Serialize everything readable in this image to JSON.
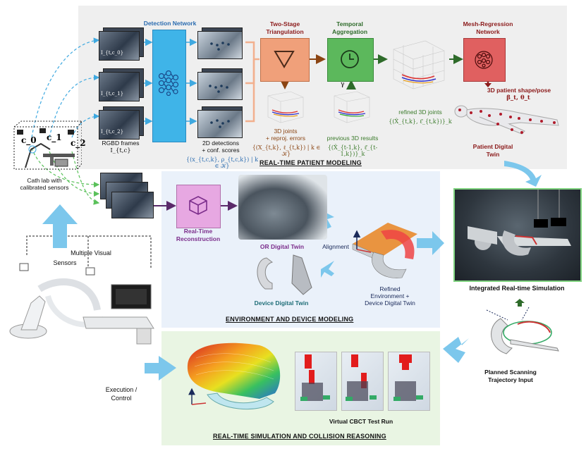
{
  "sections": {
    "patient_modeling": "REAL-TIME PATIENT MODELING",
    "environment_modeling": "ENVIRONMENT AND DEVICE MODELING",
    "simulation": "REAL-TIME SIMULATION AND COLLISION REASONING"
  },
  "patient": {
    "detection_network": "Detection Network",
    "frame_labels": [
      "I_{t,c_0}",
      "I_{t,c_1}",
      "I_{t,c_2}"
    ],
    "rgbd_frames": "RGBD frames",
    "rgbd_symbol": "I_{t,c}",
    "detections": "2D detections",
    "conf_scores": "+ conf. scores",
    "detections_math": "{(x_{t,c,k}, ρ_{t,c,k}) | k ∈ 𝒦}",
    "triangulation_title_1": "Two-Stage",
    "triangulation_title_2": "Triangulation",
    "joints_3d": "3D joints",
    "reproj_errors": "+ reproj. errors",
    "joints_math": "{(X_{t,k}, ℓ_{t,k}) | k ∈ 𝒦}",
    "temporal_title_1": "Temporal",
    "temporal_title_2": "Aggregation",
    "gamma": "γ",
    "previous_results": "previous 3D results",
    "previous_math": "{(X̂_{t-1,k}, ℓ̂_{t-1,k})}_k",
    "refined_joints": "refined 3D joints",
    "refined_math": "{(X̂_{t,k}, ℓ̂_{t,k})}_k",
    "mesh_title_1": "Mesh-Regression",
    "mesh_title_2": "Network",
    "shape_pose": "3D patient shape/pose",
    "shape_math": "β_t, θ_t",
    "twin_1": "Patient Digital",
    "twin_2": "Twin"
  },
  "cathlab": {
    "cam_labels": [
      "c_0",
      "c_1",
      "c_2"
    ],
    "caption_1": "Cath lab with",
    "caption_2": "calibrated sensors",
    "multiple_1": "Multiple Visual",
    "multiple_2": "Sensors"
  },
  "environment": {
    "reconstruction_1": "Real-Time",
    "reconstruction_2": "Reconstruction",
    "or_twin": "OR Digital Twin",
    "device_twin": "Device Digital Twin",
    "alignment": "Alignment",
    "refined_1": "Refined",
    "refined_2": "Environment +",
    "refined_3": "Device Digital Twin"
  },
  "simulation": {
    "integrated": "Integrated Real-time Simulation",
    "planned_1": "Planned Scanning",
    "planned_2": "Trajectory Input",
    "execution_1": "Execution /",
    "execution_2": "Control",
    "virtual_cbct": "Virtual CBCT Test Run"
  },
  "colors": {
    "detection_blue": "#3fb4e8",
    "triangulation_orange": "#f0a07a",
    "temporal_green": "#5cb85c",
    "mesh_red": "#e06060",
    "reconstruction_pink": "#e7a8e2",
    "arrow_blue": "#7cc7ec",
    "patient_panel": "#efefef",
    "env_panel": "#eaf1fa",
    "sim_panel": "#e9f5e3",
    "title_blue": "#2b6cb0",
    "title_red": "#8b1a1a",
    "text_brown": "#8b4513",
    "text_green": "#3a7a2a",
    "text_purple": "#7b2d8b",
    "text_teal": "#1f6e78"
  }
}
